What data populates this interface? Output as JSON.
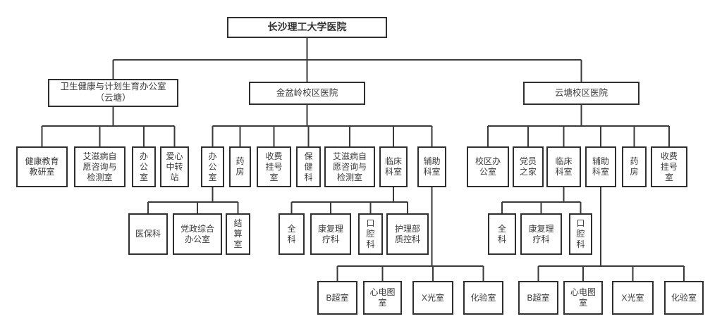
{
  "chart": {
    "type": "org-chart",
    "accent_color": "#2f2f2f",
    "line_color": "#3a3a3a",
    "background_color": "#ffffff",
    "root": {
      "label": "长沙理工大学医院",
      "children": [
        {
          "label": "卫生健康与计划生育办公室\n（云塘）",
          "children": [
            {
              "label": "健康教育\n教研室"
            },
            {
              "label": "艾滋病自\n愿咨询与\n检测室"
            },
            {
              "label": "办\n公\n室"
            },
            {
              "label": "爱心\n中转\n站"
            }
          ]
        },
        {
          "label": "金盆岭校区医院",
          "children": [
            {
              "label": "办\n公\n室",
              "children": [
                {
                  "label": "医保科"
                },
                {
                  "label": "党政综合\n办公室"
                },
                {
                  "label": "结\n算\n室"
                }
              ]
            },
            {
              "label": "药\n房"
            },
            {
              "label": "收费\n挂号\n室"
            },
            {
              "label": "保\n健\n科"
            },
            {
              "label": "艾滋病自\n愿咨询与\n检测室"
            },
            {
              "label": "临床\n科室",
              "children": [
                {
                  "label": "全\n科"
                },
                {
                  "label": "康复理\n疗科"
                },
                {
                  "label": "口\n腔\n科"
                },
                {
                  "label": "护理部\n质控科"
                }
              ]
            },
            {
              "label": "辅助\n科室",
              "children": [
                {
                  "label": "B超室"
                },
                {
                  "label": "心电图\n室"
                },
                {
                  "label": "X光室"
                },
                {
                  "label": "化验室"
                }
              ]
            }
          ]
        },
        {
          "label": "云塘校区医院",
          "children": [
            {
              "label": "校区办\n公室"
            },
            {
              "label": "党员\n之家"
            },
            {
              "label": "临床\n科室",
              "children": [
                {
                  "label": "全\n科"
                },
                {
                  "label": "康复理\n疗科"
                },
                {
                  "label": "口\n腔\n科"
                }
              ]
            },
            {
              "label": "辅助\n科室",
              "children": [
                {
                  "label": "B超室"
                },
                {
                  "label": "心电图\n室"
                },
                {
                  "label": "X光室"
                },
                {
                  "label": "化验室"
                }
              ]
            },
            {
              "label": "药\n房"
            },
            {
              "label": "收费\n挂号\n室"
            }
          ]
        }
      ]
    }
  }
}
